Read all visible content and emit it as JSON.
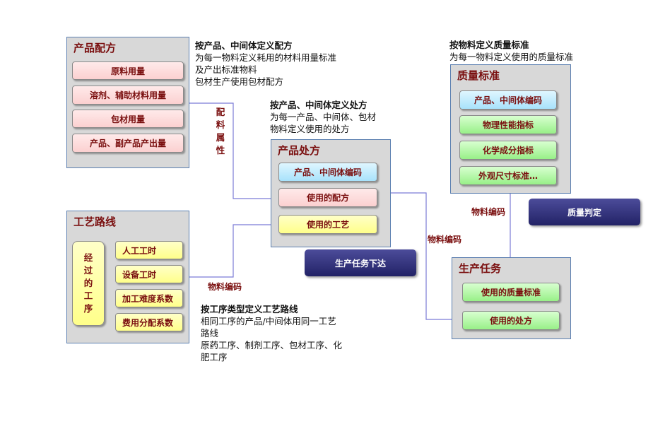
{
  "recipe": {
    "title": "产品配方",
    "items": [
      "原料用量",
      "溶剂、辅助材料用量",
      "包材用量",
      "产品、副产品产出量"
    ]
  },
  "recipe_note": {
    "heading": "按产品、中间体定义配方",
    "lines": [
      "为每一物料定义耗用的材料用量标准",
      "及产出标准物料",
      "包材生产使用包材配方"
    ]
  },
  "recipe_link_label": "配料属性",
  "route": {
    "title": "工艺路线",
    "process_label": "经过的工序",
    "items": [
      "人工工时",
      "设备工时",
      "加工难度系数",
      "费用分配系数"
    ]
  },
  "route_note": {
    "heading": "按工序类型定义工艺路线",
    "lines": [
      "相同工序的产品/中间体用同一工艺",
      "路线",
      "原药工序、制剂工序、包材工序、化",
      "肥工序"
    ]
  },
  "prescription": {
    "title": "产品处方",
    "items": [
      "产品、中间体编码",
      "使用的配方",
      "使用的工艺"
    ]
  },
  "prescription_note": {
    "heading": "按产品、中间体定义处方",
    "lines": [
      "为每一产品、中间体、包材",
      "物料定义使用的处方"
    ]
  },
  "quality": {
    "title": "质量标准",
    "items": [
      "产品、中间体编码",
      "物理性能指标",
      "化学成分指标",
      "外观尺寸标准…"
    ]
  },
  "quality_note": {
    "heading": "按物料定义质量标准",
    "lines": [
      "为每一物料定义使用的质量标准"
    ]
  },
  "task": {
    "title": "生产任务",
    "items": [
      "使用的质量标准",
      "使用的处方"
    ]
  },
  "buttons": {
    "issue_task": "生产任务下达",
    "quality_judge": "质量判定"
  },
  "link_labels": {
    "route_to_prescription": "物料编码",
    "prescription_to_task": "物料编码",
    "quality_to_task": "物料编码"
  },
  "colors": {
    "panel_bg": "#d8d8d8",
    "panel_border": "#5b7fb0",
    "title_red": "#7a0f0f",
    "connector": "#7b7bd6",
    "button_navy": "#2e2e7a"
  }
}
